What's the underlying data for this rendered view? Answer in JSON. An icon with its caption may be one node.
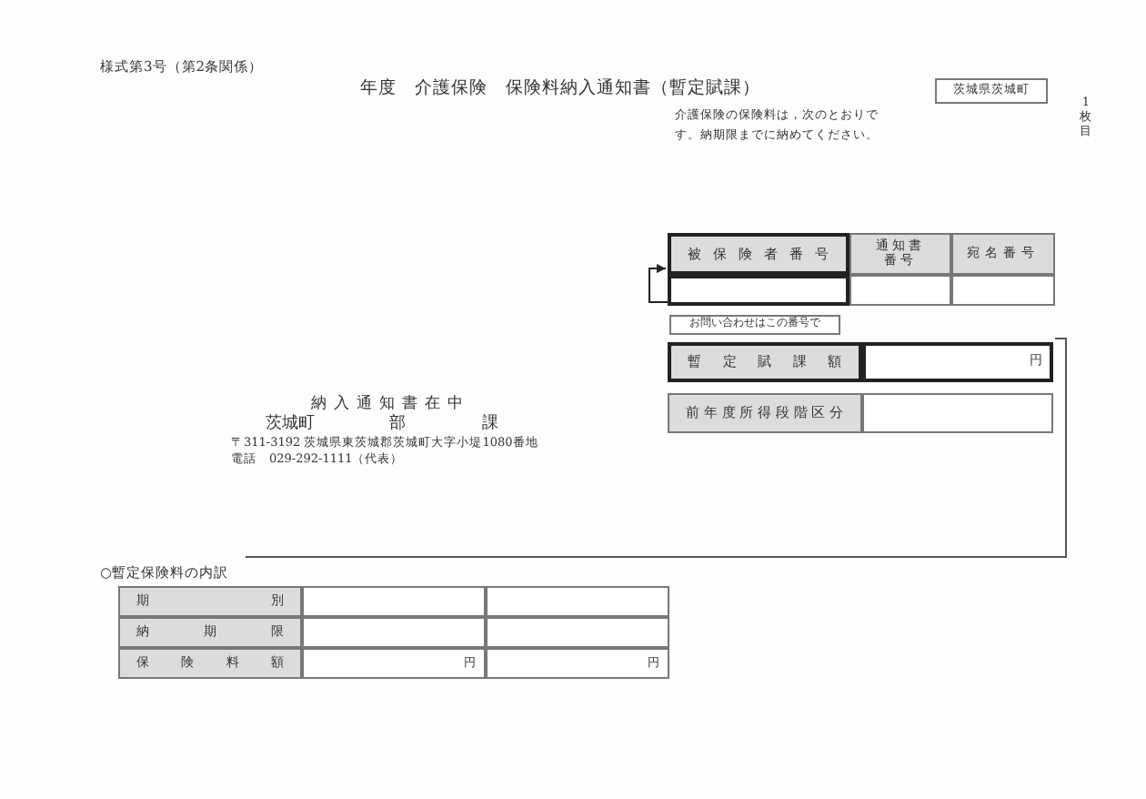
{
  "diagram": {
    "title": "年度　介護保険　保険料納入通知書（暫定賦課）",
    "nodes": [
      {
        "text": [
          "茨城県茨城町"
        ]
      },
      {
        "text": [
          "被保険者番号"
        ]
      },
      {
        "text": [
          "通知書番号"
        ]
      },
      {
        "text": [
          "宛名番号"
        ]
      },
      {
        "text": [],
        "shape": "box"
      },
      {
        "text": [],
        "shape": "box"
      },
      {
        "text": [],
        "shape": "box"
      },
      {
        "text": [
          "お問い合わせはこの番号で"
        ]
      },
      {
        "text": [
          "暫定賦課額"
        ]
      },
      {
        "text": [
          "円"
        ]
      },
      {
        "text": [
          "前年度所得段階区分"
        ]
      },
      {
        "text": [],
        "shape": "box"
      },
      {
        "text": [
          "期別"
        ]
      },
      {
        "text": [],
        "shape": "box"
      },
      {
        "text": [],
        "shape": "box"
      },
      {
        "text": [
          "納期限"
        ]
      },
      {
        "text": [],
        "shape": "box"
      },
      {
        "text": [],
        "shape": "box"
      },
      {
        "text": [
          "保険料額"
        ]
      },
      {
        "text": [
          "円"
        ]
      },
      {
        "text": [
          "円"
        ]
      }
    ],
    "edges": [
      {
        "from": 4,
        "to": 1,
        "arrow": "to"
      }
    ],
    "labels": [
      "様式第3号（第2条関係）",
      "介護保険の保険料は，次のとおりです。納期限までに納めてください。",
      "1枚目",
      "納入通知書在中",
      "茨城町",
      "部",
      "課",
      "〒311-3192 茨城県東茨城郡茨城町大字小堤1080番地",
      "電話　029-292-1111（代表）",
      "○暫定保険料の内訳"
    ]
  }
}
